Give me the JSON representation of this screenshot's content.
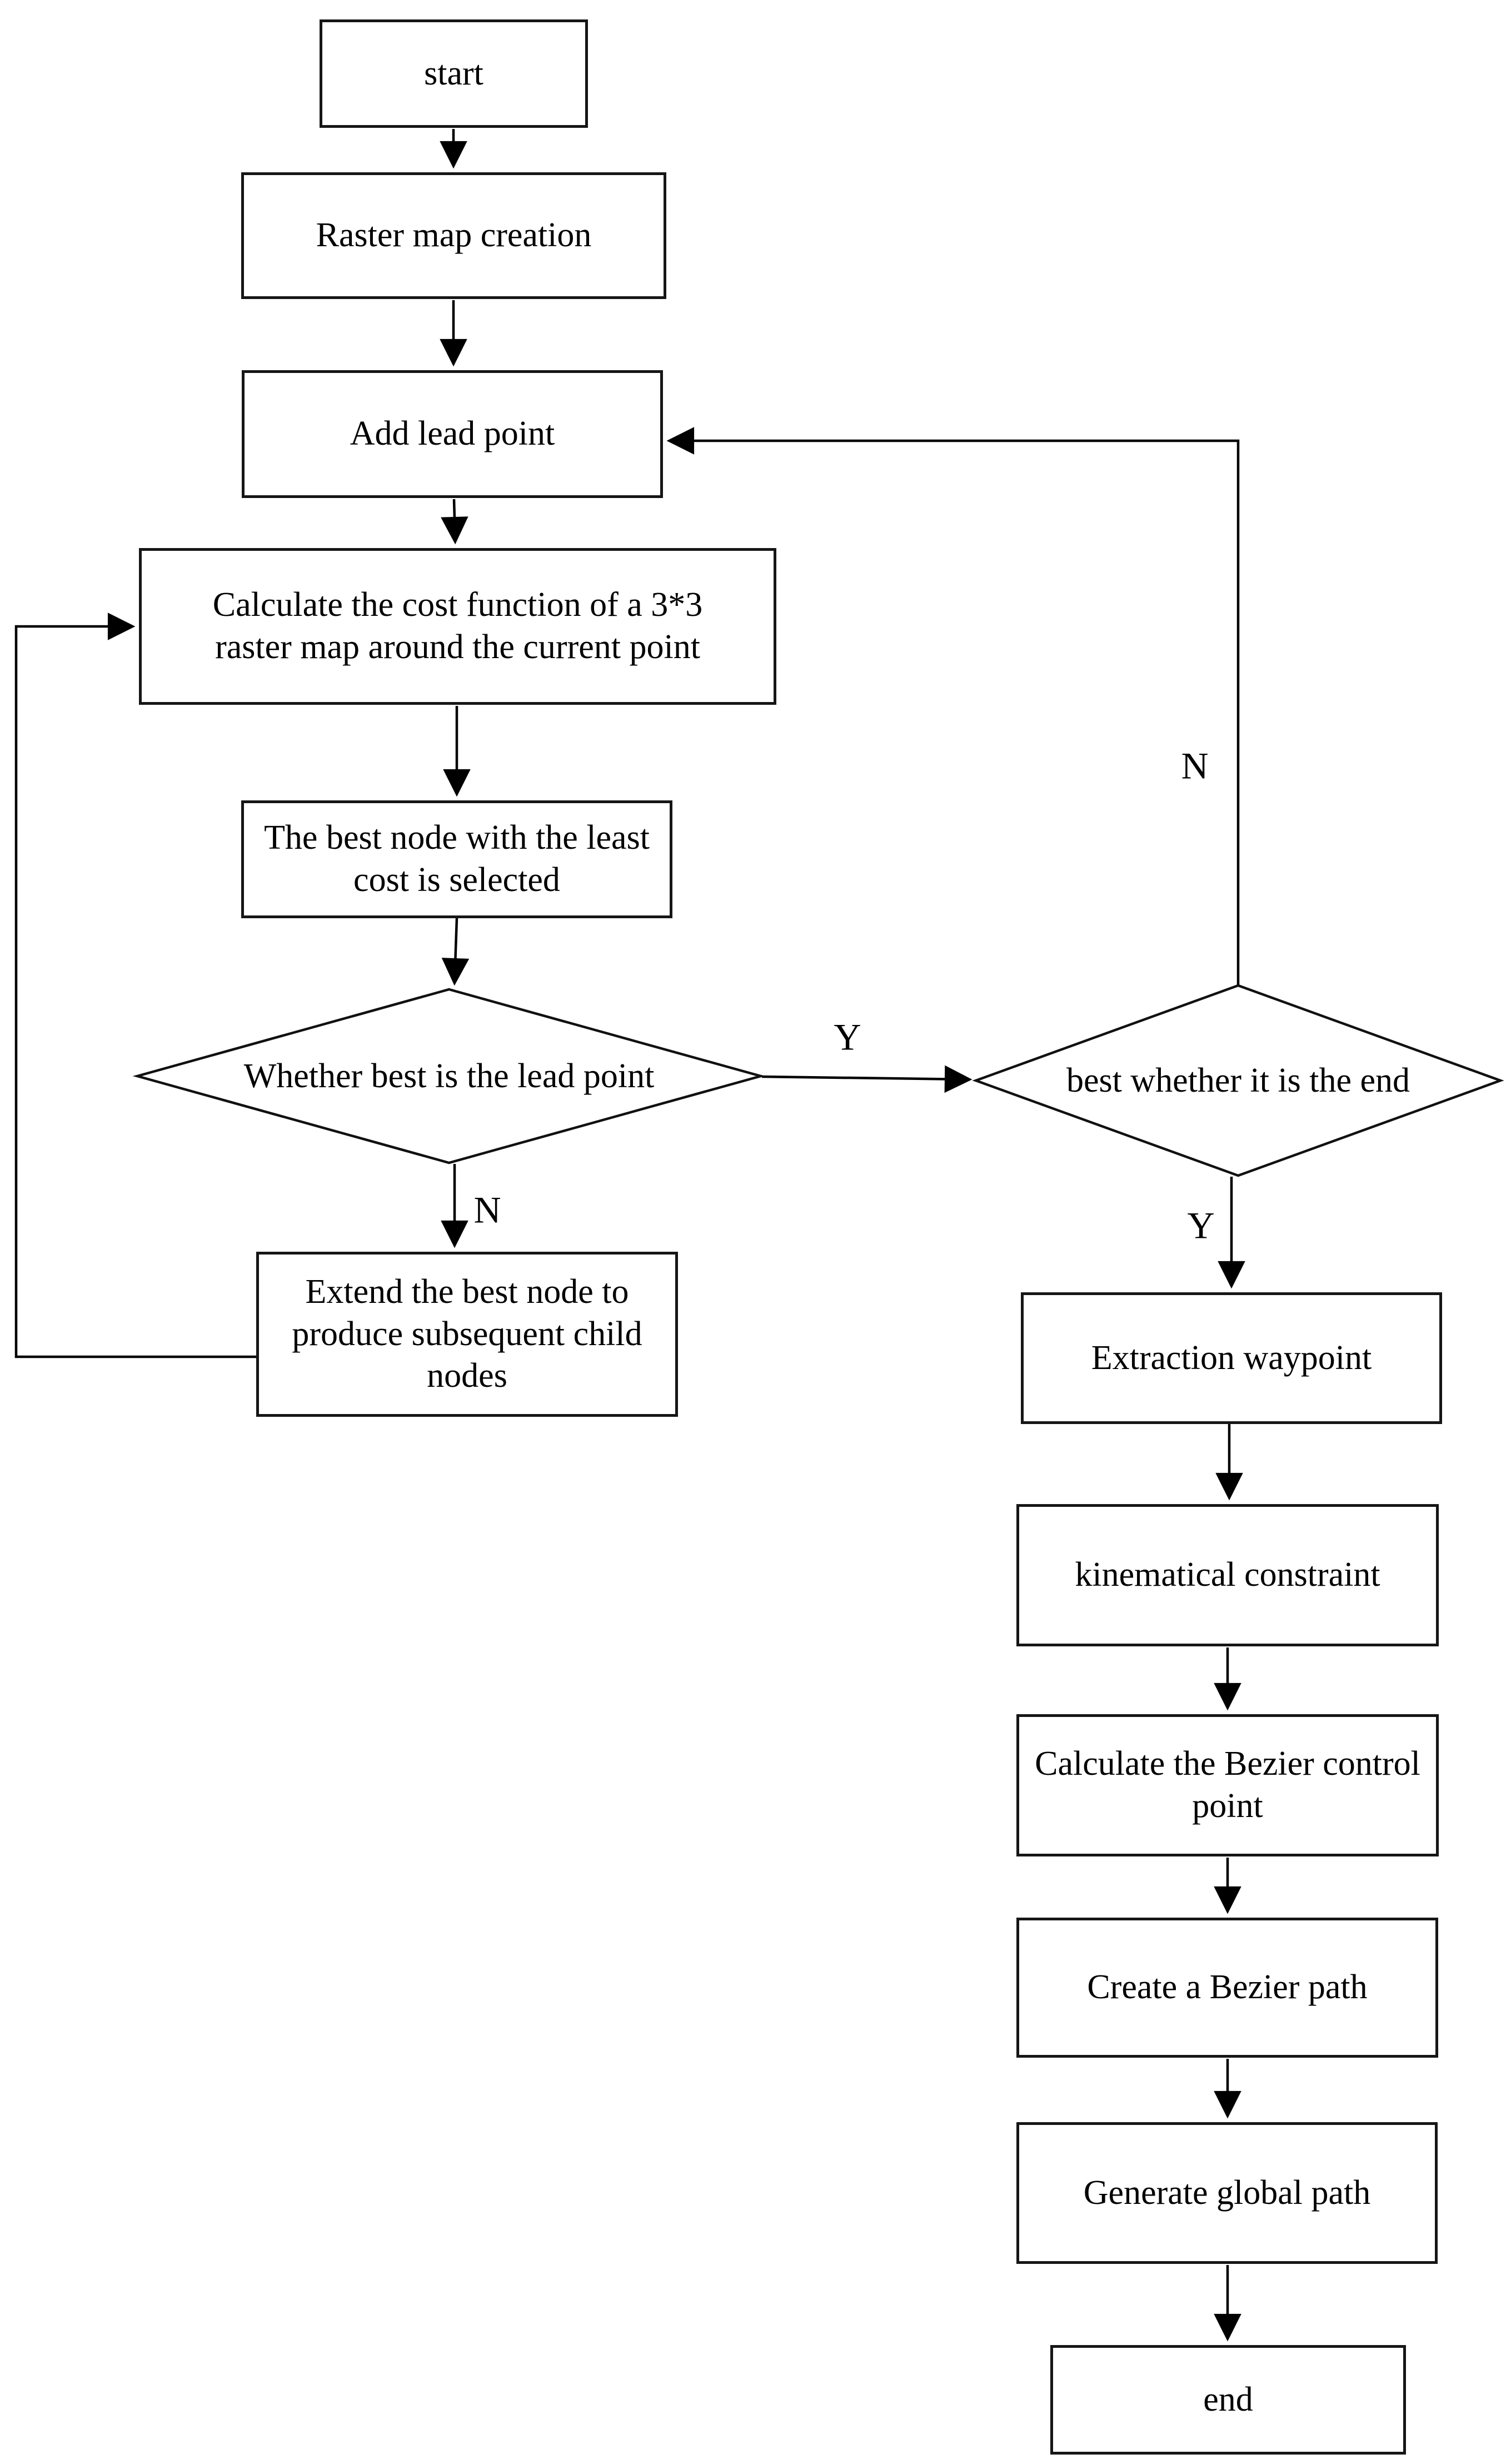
{
  "diagram": {
    "type": "flowchart",
    "background_color": "#ffffff",
    "line_color": "#000000",
    "text_color": "#000000",
    "nodes": {
      "start": {
        "label": "start",
        "shape": "rect"
      },
      "raster_map": {
        "label": "Raster map creation",
        "shape": "rect"
      },
      "add_lead_point": {
        "label": "Add lead point",
        "shape": "rect"
      },
      "calc_cost": {
        "label": "Calculate the cost function of a 3*3 raster map around the current point",
        "shape": "rect"
      },
      "best_node": {
        "label": "The best node with the least cost is selected",
        "shape": "rect"
      },
      "lead_decision": {
        "label": "Whether best is the lead point",
        "shape": "diamond"
      },
      "end_decision": {
        "label": "best whether it is the end",
        "shape": "diamond"
      },
      "extend_node": {
        "label": "Extend the best node to produce subsequent child nodes",
        "shape": "rect"
      },
      "extraction_waypoint": {
        "label": "Extraction waypoint",
        "shape": "rect"
      },
      "kinematical_constraint": {
        "label": "kinematical constraint",
        "shape": "rect"
      },
      "calc_bezier": {
        "label": "Calculate the Bezier control point",
        "shape": "rect"
      },
      "create_bezier": {
        "label": "Create a Bezier path",
        "shape": "rect"
      },
      "generate_global": {
        "label": "Generate global path",
        "shape": "rect"
      },
      "end": {
        "label": "end",
        "shape": "rect"
      }
    },
    "edge_labels": {
      "lead_decision_no": "N",
      "lead_decision_yes": "Y",
      "end_decision_yes": "Y",
      "end_decision_no": "N"
    }
  }
}
